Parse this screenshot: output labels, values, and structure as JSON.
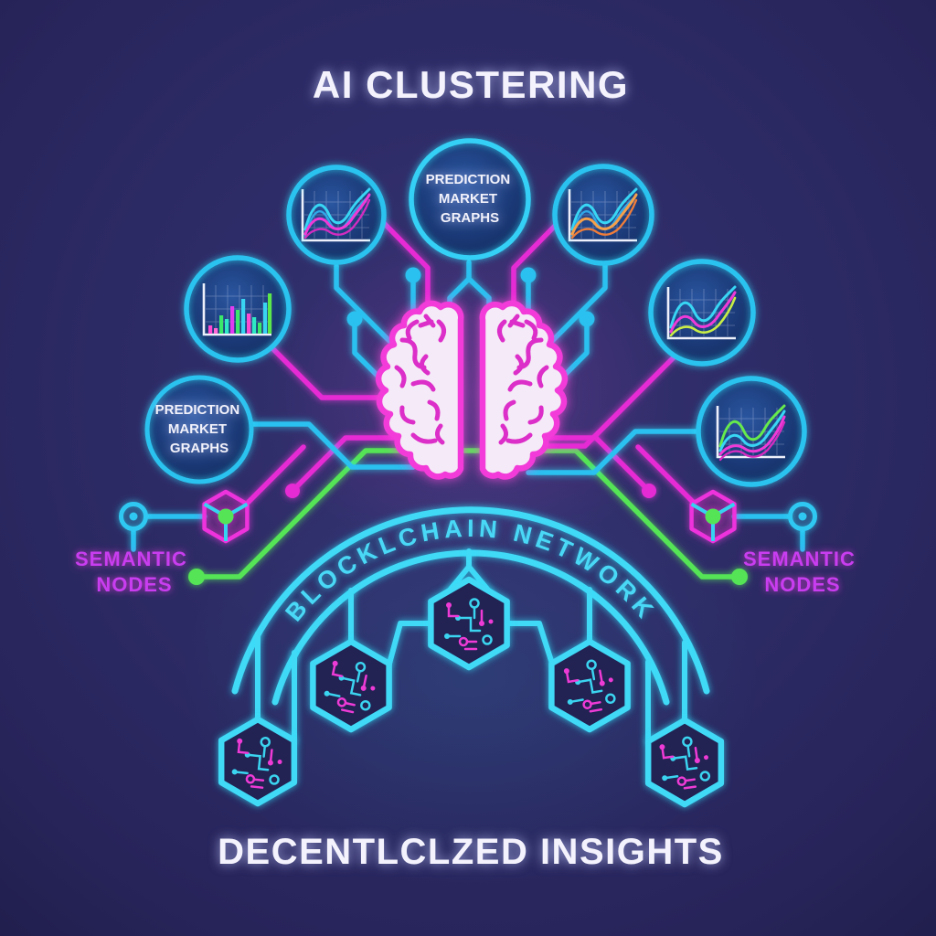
{
  "header": {
    "title": "AI CLUSTERING"
  },
  "footer": {
    "title": "DECENTLCLZED INSIGHTS"
  },
  "arc_label": "BLOCKLCHAIN NETWORK",
  "prediction_node_top": {
    "line1": "PREDICTION",
    "line2": "MARKET",
    "line3": "GRAPHS"
  },
  "prediction_node_left": {
    "line1": "PREDICTION",
    "line2": "MARKET",
    "line3": "GRAPHS"
  },
  "semantic_left": {
    "line1": "SEMANTIC",
    "line2": "NODES"
  },
  "semantic_right": {
    "line1": "SEMANTIC",
    "line2": "NODES"
  },
  "colors": {
    "background": "#2b2963",
    "cyan": "#2fd4f6",
    "magenta": "#e62cd4",
    "green": "#55e455",
    "white": "#f4f3fd",
    "purple_label": "#c93ef0",
    "orange": "#f5a04a",
    "node_ring": "#2cc3f0",
    "brain_outline": "#f23ad8",
    "brain_fill": "#f5eaf7"
  },
  "icons": {
    "brain": "brain-icon",
    "line_chart": "line-chart-icon",
    "bar_chart": "bar-chart-icon",
    "hexagon_circuit": "hexagon-circuit-icon",
    "cube_node": "cube-node-icon",
    "ring_node": "ring-node-icon",
    "node_dot": "node-dot-icon"
  },
  "mini_charts": {
    "top_left": {
      "type": "line",
      "series_colors": [
        "#38d6f4",
        "#2fa8e8",
        "#f03ad8",
        "#d32cc0"
      ]
    },
    "top_right": {
      "type": "line",
      "series_colors": [
        "#38d6f4",
        "#2fa8e8",
        "#f5a04a",
        "#ef7d3a"
      ]
    },
    "mid_left": {
      "type": "bar",
      "bar_colors": [
        "#ff49d1",
        "#ff6ad8",
        "#3ce86a",
        "#2ee8c4",
        "#e23cf0",
        "#38d4f2",
        "#5ce84a"
      ]
    },
    "mid_right": {
      "type": "line",
      "series_colors": [
        "#38d6f4",
        "#f03ad8",
        "#c9ee45"
      ]
    },
    "lower_right": {
      "type": "line",
      "series_colors": [
        "#66ea4c",
        "#38d6f4",
        "#f03ad8",
        "#d32cc0"
      ]
    }
  }
}
